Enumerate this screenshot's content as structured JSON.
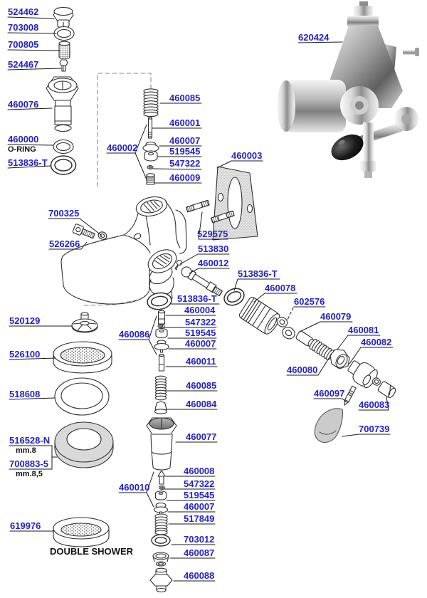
{
  "diagram": {
    "type": "exploded-parts-diagram",
    "subject": "lever group head parts",
    "accent_color": "#2222cc",
    "line_color": "#2f2f2f",
    "background": "#ffffff"
  },
  "captions": {
    "o_ring": "O-RING",
    "mm8": "mm.8",
    "mm85": "mm.8,5",
    "double_shower": "DOUBLE SHOWER"
  },
  "parts": {
    "p524462": "524462",
    "p703008": "703008",
    "p700805": "700805",
    "p524467": "524467",
    "p460076": "460076",
    "p460000": "460000",
    "p513836T": "513836-T",
    "p460002": "460002",
    "p460085": "460085",
    "p460001": "460001",
    "p460007": "460007",
    "p519545": "519545",
    "p547322": "547322",
    "p460009": "460009",
    "p460003": "460003",
    "p529575": "529575",
    "p700325": "700325",
    "p526266": "526266",
    "p513830": "513830",
    "p460012": "460012",
    "p620424": "620424",
    "p460078": "460078",
    "p602576": "602576",
    "p460079": "460079",
    "p460081": "460081",
    "p460082": "460082",
    "p460080": "460080",
    "p460097": "460097",
    "p460083": "460083",
    "p700739": "700739",
    "p520129": "520129",
    "p526100": "526100",
    "p518608": "518608",
    "p516528N": "516528-N",
    "p700883_5": "700883-5",
    "p460086": "460086",
    "p460004": "460004",
    "p460011": "460011",
    "p460084": "460084",
    "p460077": "460077",
    "p460008": "460008",
    "p460010": "460010",
    "p517849": "517849",
    "p703012": "703012",
    "p460087": "460087",
    "p460088": "460088",
    "p619976": "619976"
  }
}
